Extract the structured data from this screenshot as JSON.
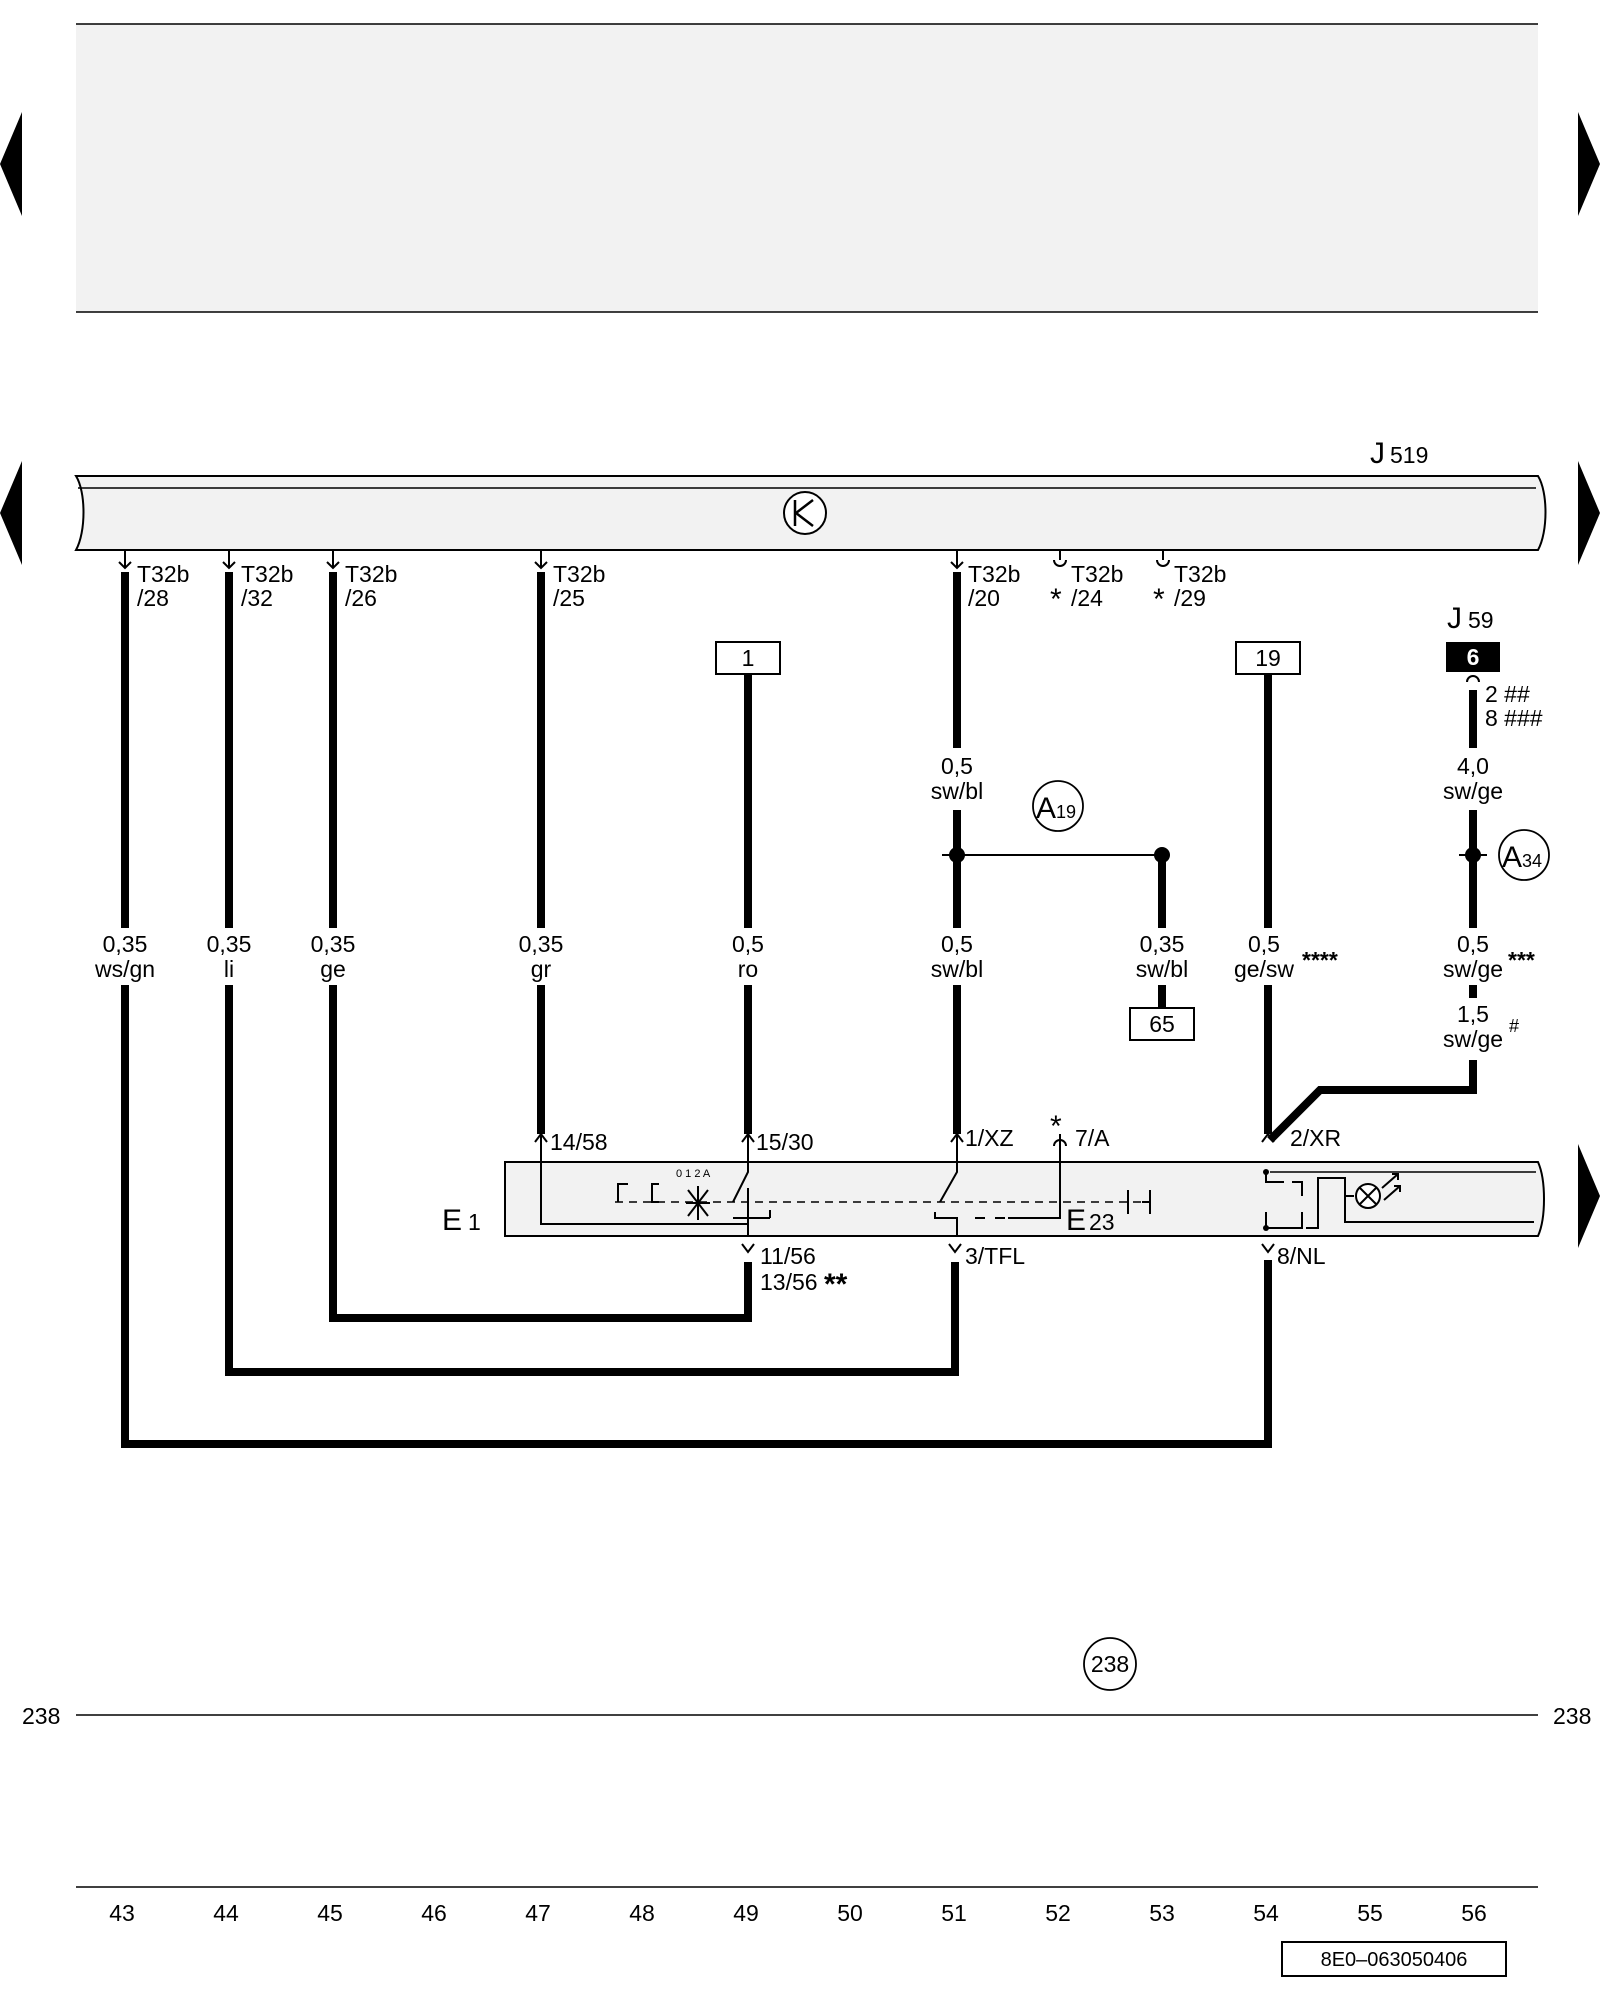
{
  "components": {
    "j519": {
      "letter": "J",
      "number": "519"
    },
    "j59": {
      "letter": "J",
      "number": "59",
      "pin": "6",
      "pins_variant": [
        "2 ##",
        "8 ###"
      ]
    },
    "e1": {
      "letter": "E",
      "number": "1"
    },
    "e23": {
      "letter": "E",
      "number": "23"
    },
    "a19": {
      "letter": "A",
      "number": "19"
    },
    "a34": {
      "letter": "A",
      "number": "34"
    }
  },
  "connectors": [
    {
      "id": "T32b",
      "pin": "/28",
      "star": ""
    },
    {
      "id": "T32b",
      "pin": "/32",
      "star": ""
    },
    {
      "id": "T32b",
      "pin": "/26",
      "star": ""
    },
    {
      "id": "T32b",
      "pin": "/25",
      "star": ""
    },
    {
      "id": "T32b",
      "pin": "/20",
      "star": ""
    },
    {
      "id": "T32b",
      "pin": "/24",
      "star": "*"
    },
    {
      "id": "T32b",
      "pin": "/29",
      "star": "*"
    }
  ],
  "references": {
    "ref_1": "1",
    "ref_19": "19",
    "ref_65": "65"
  },
  "wires": [
    {
      "gauge": "0,35",
      "color": "ws/gn"
    },
    {
      "gauge": "0,35",
      "color": "li"
    },
    {
      "gauge": "0,35",
      "color": "ge"
    },
    {
      "gauge": "0,35",
      "color": "gr"
    },
    {
      "gauge": "0,5",
      "color": "ro"
    },
    {
      "gauge": "0,5",
      "color": "sw/bl"
    },
    {
      "gauge": "0,35",
      "color": "sw/bl"
    },
    {
      "gauge": "0,5",
      "color": "ge/sw",
      "note": "****"
    },
    {
      "gauge": "0,5",
      "color": "sw/ge",
      "note": "***"
    },
    {
      "gauge": "1,5",
      "color": "sw/ge",
      "note": "#"
    }
  ],
  "wires_upper": [
    {
      "gauge": "0,5",
      "color": "sw/bl"
    },
    {
      "gauge": "4,0",
      "color": "sw/ge"
    }
  ],
  "terminals": {
    "t14_58": "14/58",
    "t15_30": "15/30",
    "t1_xz": "1/XZ",
    "t7_a": "7/A",
    "t7_a_star": "*",
    "t2_xr": "2/XR",
    "t11_56": "11/56",
    "t13_56": "13/56",
    "t13_56_note": "**",
    "t3_tfl": "3/TFL",
    "t8_nl": "8/NL",
    "switch_positions": "0 1 2 A"
  },
  "footer": {
    "section_ref": "238",
    "left_marker": "238",
    "right_marker": "238",
    "track_numbers": [
      "43",
      "44",
      "45",
      "46",
      "47",
      "48",
      "49",
      "50",
      "51",
      "52",
      "53",
      "54",
      "55",
      "56"
    ],
    "doc_id": "8E0–063050406"
  }
}
